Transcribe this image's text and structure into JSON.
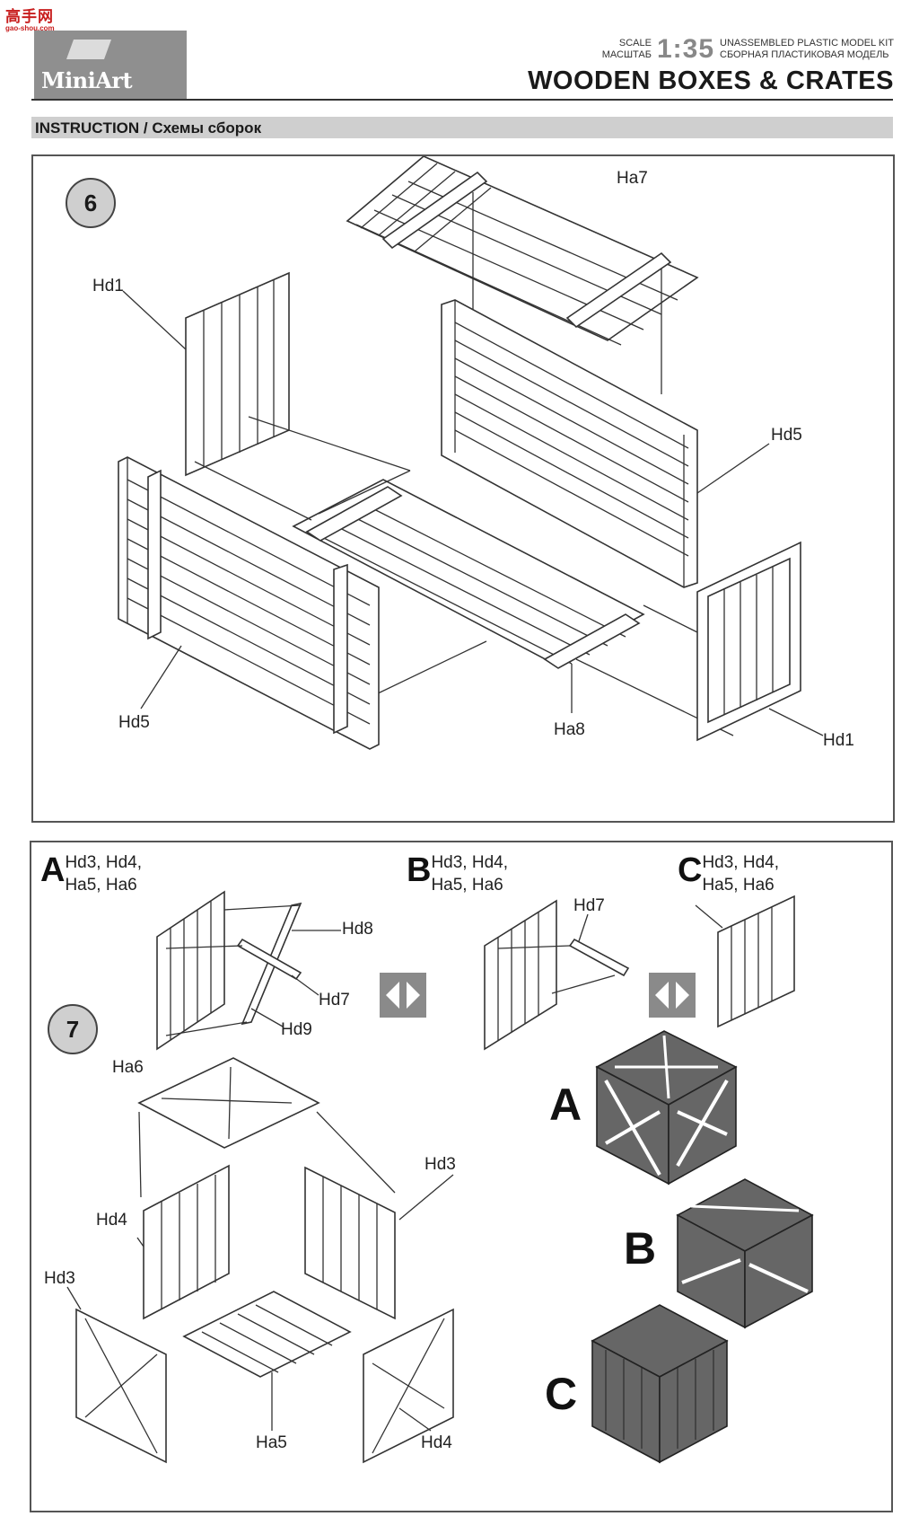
{
  "watermark": {
    "name": "高手网",
    "domain": "gao-shou.com"
  },
  "header": {
    "brand": "MiniArt",
    "scale_en": "SCALE",
    "scale_ru": "МАСШТАБ",
    "ratio": "1:35",
    "kit_en": "UNASSEMBLED PLASTIC MODEL KIT",
    "kit_ru": "СБОРНАЯ ПЛАСТИКОВАЯ МОДЕЛЬ",
    "title": "WOODEN BOXES & CRATES"
  },
  "instruction_bar": "INSTRUCTION / Схемы сборок",
  "step6": {
    "number": "6",
    "labels": {
      "ha7": "Ha7",
      "hd1_top": "Hd1",
      "hd5_right": "Hd5",
      "hd5_left": "Hd5",
      "ha8": "Ha8",
      "hd1_bottom": "Hd1"
    }
  },
  "step7": {
    "number": "7",
    "variants": [
      {
        "letter": "A",
        "parts_line1": "Hd3, Hd4,",
        "parts_line2": "Ha5, Ha6"
      },
      {
        "letter": "B",
        "parts_line1": "Hd3, Hd4,",
        "parts_line2": "Ha5, Ha6"
      },
      {
        "letter": "C",
        "parts_line1": "Hd3, Hd4,",
        "parts_line2": "Ha5, Ha6"
      }
    ],
    "labels": {
      "hd8": "Hd8",
      "hd7_a": "Hd7",
      "hd9": "Hd9",
      "hd7_b": "Hd7",
      "ha6": "Ha6",
      "hd4_left": "Hd4",
      "hd3_left": "Hd3",
      "hd3_right": "Hd3",
      "ha5": "Ha5",
      "hd4_bottom": "Hd4"
    },
    "results": [
      "A",
      "B",
      "C"
    ]
  }
}
